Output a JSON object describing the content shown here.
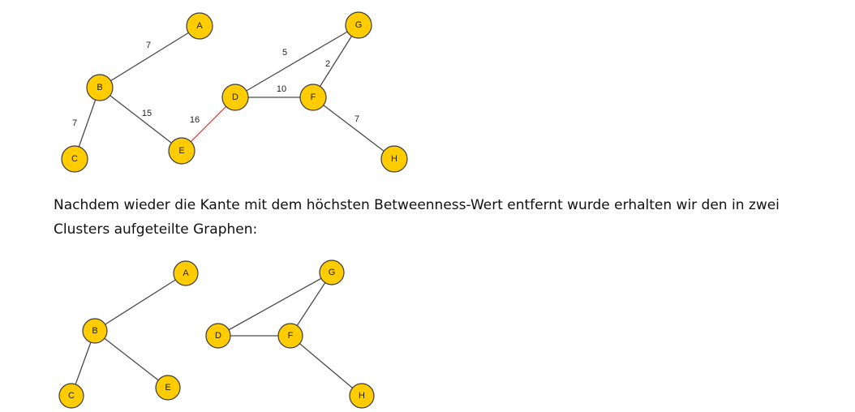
{
  "graph_before": {
    "nodes": [
      {
        "id": "A",
        "label": "A"
      },
      {
        "id": "B",
        "label": "B"
      },
      {
        "id": "C",
        "label": "C"
      },
      {
        "id": "D",
        "label": "D"
      },
      {
        "id": "E",
        "label": "E"
      },
      {
        "id": "F",
        "label": "F"
      },
      {
        "id": "G",
        "label": "G"
      },
      {
        "id": "H",
        "label": "H"
      }
    ],
    "edges": [
      {
        "from": "B",
        "to": "A",
        "weight": "7",
        "highlighted": false
      },
      {
        "from": "B",
        "to": "C",
        "weight": "7",
        "highlighted": false
      },
      {
        "from": "B",
        "to": "E",
        "weight": "15",
        "highlighted": false
      },
      {
        "from": "E",
        "to": "D",
        "weight": "16",
        "highlighted": true
      },
      {
        "from": "D",
        "to": "G",
        "weight": "5",
        "highlighted": false
      },
      {
        "from": "D",
        "to": "F",
        "weight": "10",
        "highlighted": false
      },
      {
        "from": "F",
        "to": "G",
        "weight": "2",
        "highlighted": false
      },
      {
        "from": "F",
        "to": "H",
        "weight": "7",
        "highlighted": false
      }
    ],
    "highlight_color": "#e23a3a"
  },
  "paragraph": "Nachdem wieder die Kante mit dem höchsten Betweenness-Wert entfernt wurde erhalten wir den in zwei Clusters aufgeteilte Graphen:",
  "graph_after": {
    "nodes": [
      {
        "id": "A",
        "label": "A"
      },
      {
        "id": "B",
        "label": "B"
      },
      {
        "id": "C",
        "label": "C"
      },
      {
        "id": "D",
        "label": "D"
      },
      {
        "id": "E",
        "label": "E"
      },
      {
        "id": "F",
        "label": "F"
      },
      {
        "id": "G",
        "label": "G"
      },
      {
        "id": "H",
        "label": "H"
      }
    ],
    "edges": [
      {
        "from": "B",
        "to": "A"
      },
      {
        "from": "B",
        "to": "C"
      },
      {
        "from": "B",
        "to": "E"
      },
      {
        "from": "D",
        "to": "G"
      },
      {
        "from": "D",
        "to": "F"
      },
      {
        "from": "F",
        "to": "G"
      },
      {
        "from": "F",
        "to": "H"
      }
    ]
  },
  "colors": {
    "node_fill": "#ffcc00",
    "node_stroke": "#3a3a3a",
    "edge": "#4a4a4a"
  }
}
